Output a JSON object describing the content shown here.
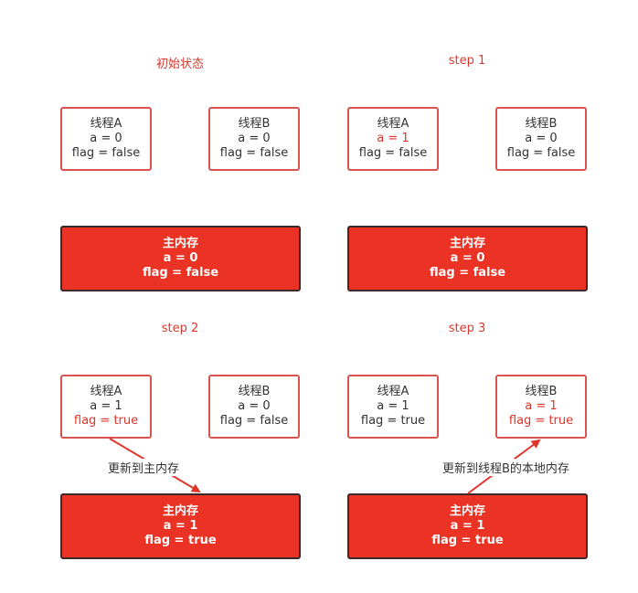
{
  "panels": [
    {
      "title": "初始状态",
      "thread_a": {
        "name": "线程A",
        "a": "a = 0",
        "flag": "flag = false"
      },
      "thread_b": {
        "name": "线程B",
        "a": "a = 0",
        "flag": "flag = false"
      },
      "memory": {
        "name": "主内存",
        "a": "a = 0",
        "flag": "flag = false"
      }
    },
    {
      "title": "step 1",
      "thread_a": {
        "name": "线程A",
        "a": "a = 1",
        "flag": "flag = false"
      },
      "thread_b": {
        "name": "线程B",
        "a": "a = 0",
        "flag": "flag = false"
      },
      "memory": {
        "name": "主内存",
        "a": "a = 0",
        "flag": "flag = false"
      }
    },
    {
      "title": "step 2",
      "thread_a": {
        "name": "线程A",
        "a": "a = 1",
        "flag": "flag = true"
      },
      "thread_b": {
        "name": "线程B",
        "a": "a = 0",
        "flag": "flag = false"
      },
      "memory": {
        "name": "主内存",
        "a": "a = 1",
        "flag": "flag = true"
      },
      "arrow_label": "更新到主内存"
    },
    {
      "title": "step 3",
      "thread_a": {
        "name": "线程A",
        "a": "a = 1",
        "flag": "flag = true"
      },
      "thread_b": {
        "name": "线程B",
        "a": "a = 1",
        "flag": "flag = true"
      },
      "memory": {
        "name": "主内存",
        "a": "a = 1",
        "flag": "flag = true"
      },
      "arrow_label": "更新到线程B的本地内存"
    }
  ],
  "colors": {
    "title": "#d63a2f",
    "highlight": "#e0342a",
    "memory_fill": "#ea3324",
    "box_border": "#d9534f",
    "arrow": "#e0342a"
  }
}
